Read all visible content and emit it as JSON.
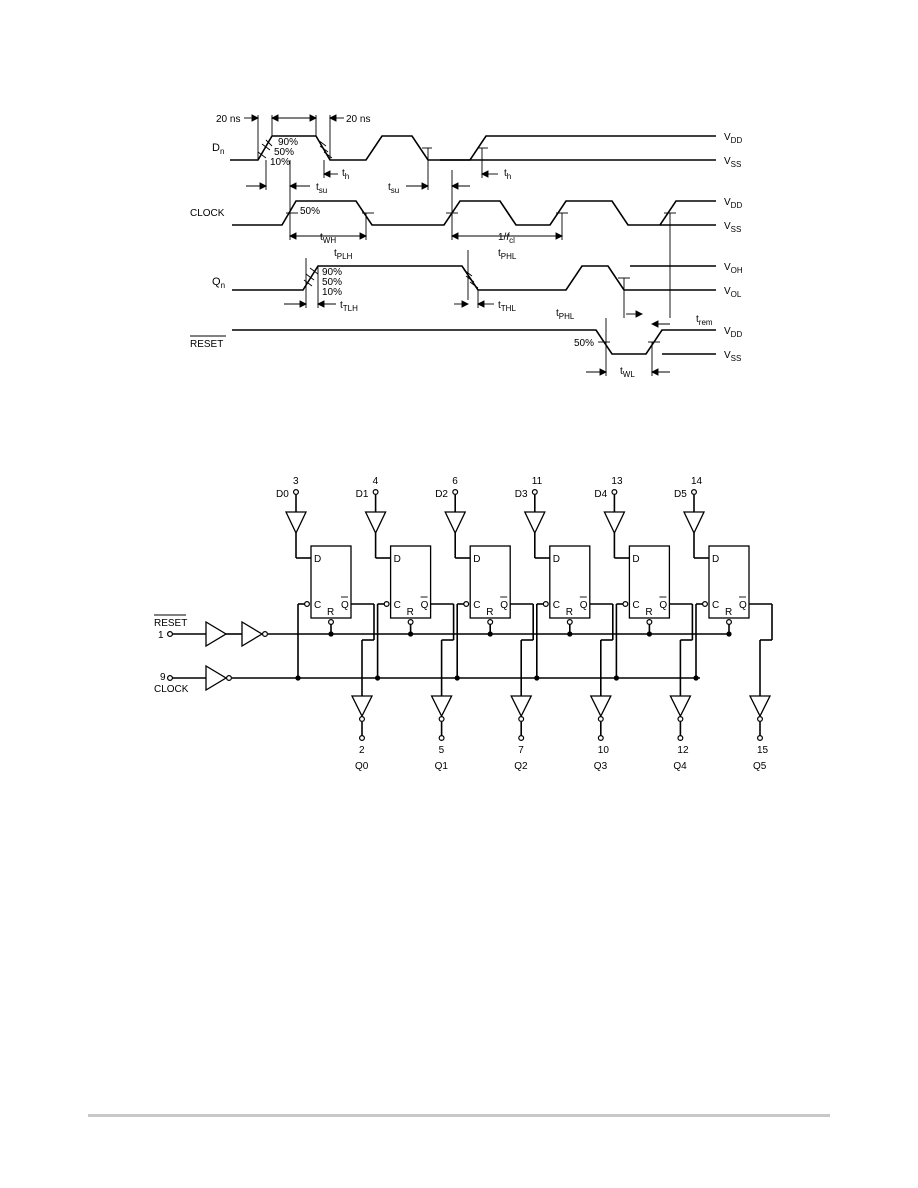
{
  "timing": {
    "signals": {
      "dn": {
        "base": "D",
        "sub": "n"
      },
      "clock": "CLOCK",
      "qn": {
        "base": "Q",
        "sub": "n"
      },
      "reset": "RESET"
    },
    "levels": {
      "vdd": {
        "base": "V",
        "sub": "DD"
      },
      "vss": {
        "base": "V",
        "sub": "SS"
      },
      "voh": {
        "base": "V",
        "sub": "OH"
      },
      "vol": {
        "base": "V",
        "sub": "OL"
      }
    },
    "pct": {
      "p90": "90%",
      "p50": "50%",
      "p10": "10%"
    },
    "times": {
      "rise": "20 ns",
      "fall": "20 ns",
      "tsu": {
        "base": "t",
        "sub": "su"
      },
      "th": {
        "base": "t",
        "sub": "h"
      },
      "twh": {
        "base": "t",
        "sub": "WH"
      },
      "fcl": {
        "pre": "1/",
        "base": "f",
        "sub": "cl"
      },
      "tplh": {
        "base": "t",
        "sub": "PLH"
      },
      "tphl": {
        "base": "t",
        "sub": "PHL"
      },
      "ttlh": {
        "base": "t",
        "sub": "TLH"
      },
      "tthl": {
        "base": "t",
        "sub": "THL"
      },
      "trem": {
        "base": "t",
        "sub": "rem"
      },
      "twl": {
        "base": "t",
        "sub": "WL"
      }
    }
  },
  "logic": {
    "reset": {
      "name": "RESET",
      "pin": "1"
    },
    "clock": {
      "name": "CLOCK",
      "pin": "9"
    },
    "ff_labels": {
      "d": "D",
      "c": "C",
      "r": "R",
      "q": "Q"
    },
    "inputs": [
      {
        "pin": "3",
        "name": "D0"
      },
      {
        "pin": "4",
        "name": "D1"
      },
      {
        "pin": "6",
        "name": "D2"
      },
      {
        "pin": "11",
        "name": "D3"
      },
      {
        "pin": "13",
        "name": "D4"
      },
      {
        "pin": "14",
        "name": "D5"
      }
    ],
    "outputs": [
      {
        "pin": "2",
        "name": "Q0"
      },
      {
        "pin": "5",
        "name": "Q1"
      },
      {
        "pin": "7",
        "name": "Q2"
      },
      {
        "pin": "10",
        "name": "Q3"
      },
      {
        "pin": "12",
        "name": "Q4"
      },
      {
        "pin": "15",
        "name": "Q5"
      }
    ]
  }
}
